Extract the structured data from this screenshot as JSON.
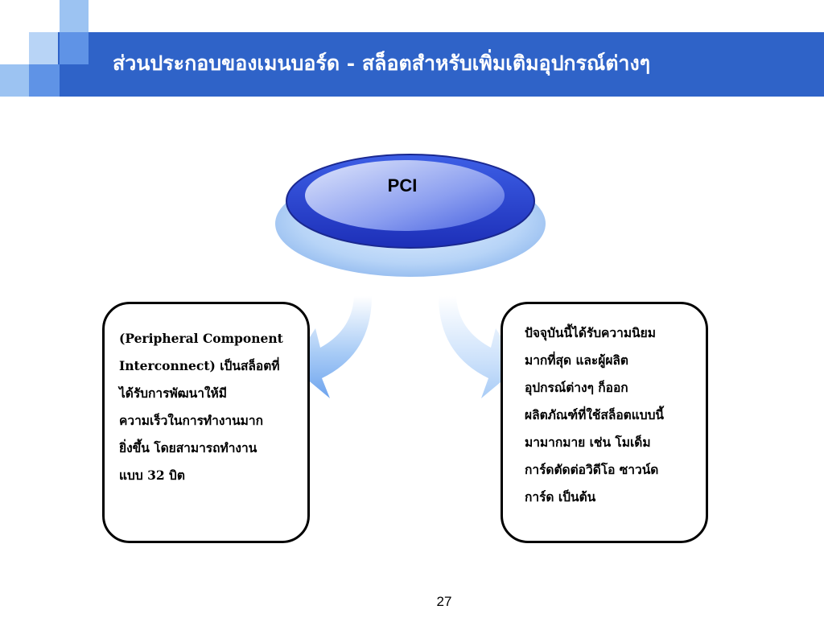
{
  "slide": {
    "title": "ส่วนประกอบของเมนบอร์ด - สล็อตสำหรับเพิ่มเติมอุปกรณ์ต่างๆ",
    "page_number": "27"
  },
  "diagram": {
    "center_label": "PCI",
    "left_box_lines": [
      "(Peripheral Component",
      "Interconnect) เป็นสล็อตที่",
      "ได้รับการพัฒนาให้มี",
      "ความเร็วในการทำงานมาก",
      "ยิ่งขึ้น โดยสามารถทำงาน",
      "แบบ 32 บิต"
    ],
    "right_box_lines": [
      "ปัจจุบันนี้ได้รับความนิยม",
      "มากที่สุด และผู้ผลิต",
      "อุปกรณ์ต่างๆ ก็ออก",
      "ผลิตภัณฑ์ที่ใช้สล็อตแบบนี้",
      "มามากมาย เช่น โมเด็ม",
      "การ์ดตัดต่อวิดีโอ ซาวน์ด",
      "การ์ด เป็นต้น"
    ]
  },
  "colors": {
    "title_bar": "#2f63c8",
    "deco_light": "#9cc3f2",
    "deco_mid": "#5f93e6",
    "ellipse_blue": "#2a49d6",
    "arrow_blue": "#7fb0f0"
  }
}
